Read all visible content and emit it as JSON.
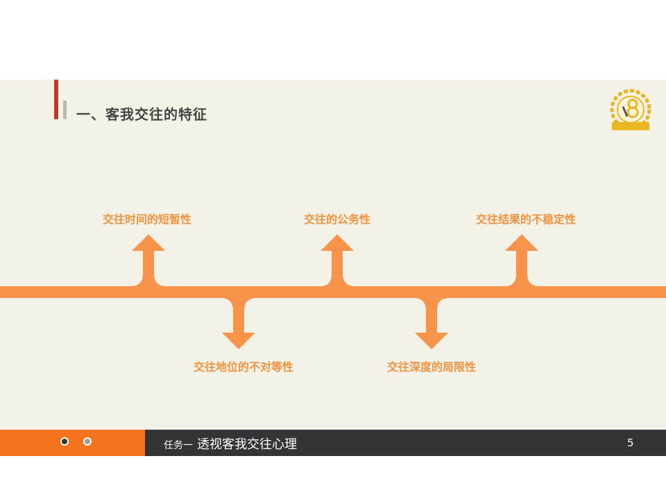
{
  "header": {
    "title": "一、客我交往的特征"
  },
  "logo": {
    "icon": "brand-logo-icon",
    "colors": {
      "primary": "#e8b622"
    }
  },
  "timeline": {
    "color": "#f7934a",
    "up_items": [
      {
        "label": "交往时间的短暂性"
      },
      {
        "label": "交往的公务性"
      },
      {
        "label": "交往结果的不稳定性"
      }
    ],
    "down_items": [
      {
        "label": "交往地位的不对等性"
      },
      {
        "label": "交往深度的局限性"
      }
    ]
  },
  "footer": {
    "task_label": "任务一",
    "subtitle": "透视客我交往心理",
    "page_number": "5",
    "colors": {
      "left": "#f4731f",
      "right": "#333438"
    }
  }
}
